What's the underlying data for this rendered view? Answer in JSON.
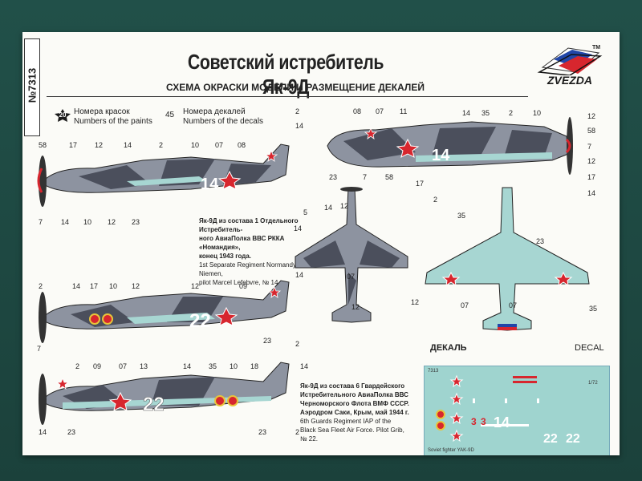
{
  "sheet": {
    "catalog_number": "№7313",
    "title": "Советский истребитель Як-9Д",
    "subtitle": "СХЕМА ОКРАСКИ МОДЕЛИ И РАЗМЕЩЕНИЕ ДЕКАЛЕЙ",
    "brand": "ZVEZDA",
    "brand_tm": "TM"
  },
  "legend": {
    "paint_badge": "20",
    "paint_ru": "Номера красок",
    "paint_en": "Numbers of the paints",
    "decal_badge": "45",
    "decal_ru": "Номера декалей",
    "decal_en": "Numbers of the decals"
  },
  "view1": {
    "tail_code": "14",
    "labels": [
      "58",
      "17",
      "12",
      "14",
      "2",
      "10",
      "07",
      "08",
      "7",
      "14",
      "10",
      "12",
      "23"
    ],
    "caption_ru": [
      "Як-9Д из состава 1 Отдельного Истребитель-",
      "ного АвиаПолка ВВС РККА «Номандия»,",
      "конец 1943 года."
    ],
    "caption_en": [
      "1st Separate Regiment Normandy–Niemen,",
      "pilot Marcel Lefebvre, № 14."
    ]
  },
  "view2": {
    "tail_code": "22",
    "labels": [
      "2",
      "14",
      "17",
      "10",
      "12",
      "12",
      "09",
      "14",
      "7",
      "23",
      "2"
    ]
  },
  "view3": {
    "tail_code": "22",
    "labels": [
      "2",
      "09",
      "07",
      "13",
      "14",
      "35",
      "10",
      "18",
      "14",
      "14",
      "23",
      "23",
      "2"
    ],
    "caption_ru": [
      "Як-9Д из состава  6 Гвардейского",
      "Истребительного АвиаПолка ВВС",
      "Черноморского Флота ВМФ СССР.",
      "Аэродром Саки, Крым, май 1944 г."
    ],
    "caption_en": [
      "6th Guards Regiment IAP of the",
      "Black Sea Fleet Air Force. Pilot Grib,",
      "№ 22."
    ]
  },
  "view_right": {
    "tail_code": "14",
    "labels": [
      "2",
      "14",
      "08",
      "07",
      "11",
      "14",
      "35",
      "2",
      "10",
      "12",
      "58",
      "7",
      "12",
      "17",
      "14",
      "23",
      "7",
      "58",
      "17"
    ]
  },
  "plan_top": {
    "labels": [
      "12",
      "2",
      "5",
      "14",
      "14",
      "07",
      "12"
    ]
  },
  "plan_bottom": {
    "labels": [
      "35",
      "23",
      "12",
      "07",
      "07",
      "35"
    ]
  },
  "decals": {
    "title_ru": "ДЕКАЛЬ",
    "title_en": "DECAL",
    "code": "7313",
    "scale": "1/72",
    "footer": "Soviet fighter YAK-9D",
    "numbers": [
      "14",
      "22",
      "22",
      "3",
      "3"
    ]
  },
  "colors": {
    "sheet": "#fbfbf7",
    "camo_dark": "#4b4f5c",
    "camo_grey": "#8d93a0",
    "underside": "#a7d6d2",
    "star_red": "#d7262e",
    "badge_black": "#1a1a1a"
  }
}
